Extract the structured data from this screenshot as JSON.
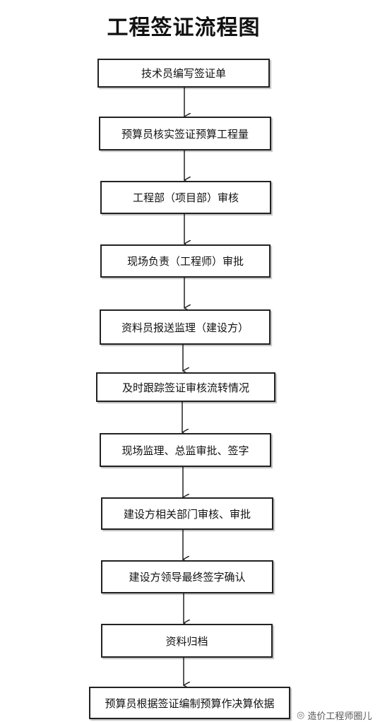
{
  "title": "工程签证流程图",
  "steps": [
    "技术员编写签证单",
    "预算员核实签证预算工程量",
    "工程部（项目部）审核",
    "现场负责（工程师）审批",
    "资料员报送监理（建设方）",
    "及时跟踪签证审核流转情况",
    "现场监理、总监审批、签字",
    "建设方相关部门审核、审批",
    "建设方领导最终签字确认",
    "资料归档",
    "预算员根据签证编制预算作决算依据"
  ],
  "watermark": "造价工程师圈儿"
}
